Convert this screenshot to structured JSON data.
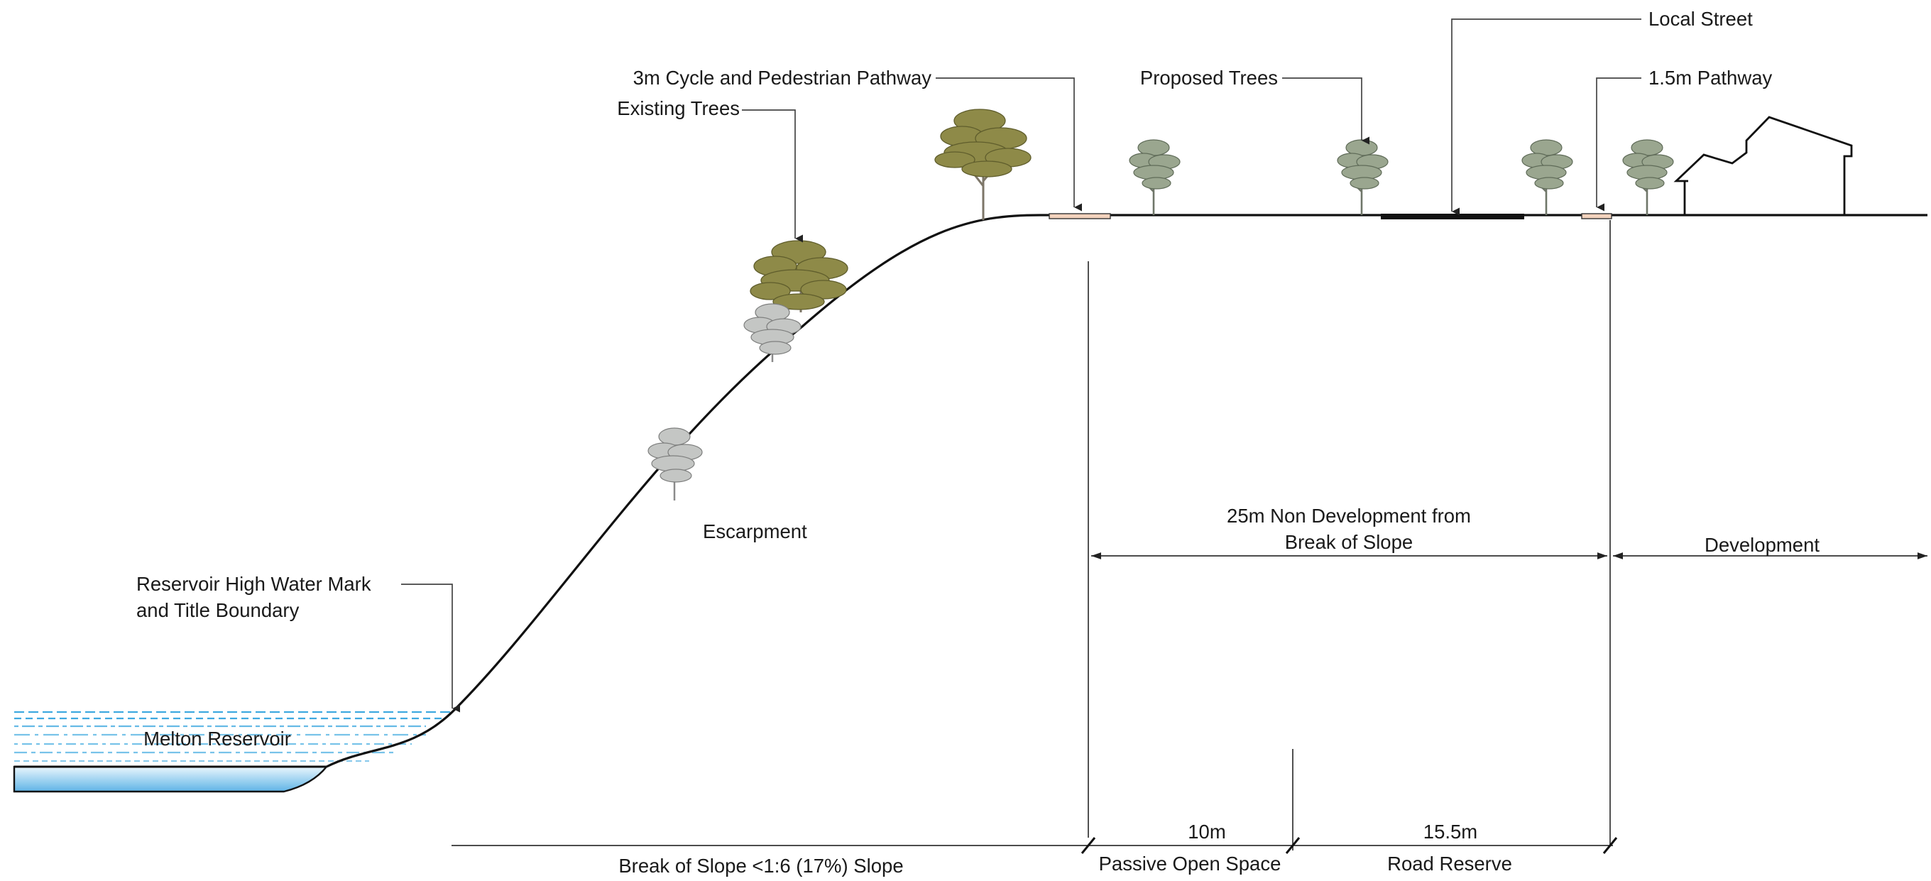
{
  "labels": {
    "local_street": "Local Street",
    "cycle_pathway": "3m Cycle and Pedestrian Pathway",
    "proposed_trees": "Proposed Trees",
    "pathway_15": "1.5m Pathway",
    "existing_trees": "Existing Trees",
    "escarpment": "Escarpment",
    "non_dev_line1": "25m Non Development from",
    "non_dev_line2": "Break of Slope",
    "development": "Development",
    "high_water_line1": "Reservoir High Water Mark",
    "high_water_line2": "and Title Boundary",
    "melton_reservoir": "Melton Reservoir",
    "dim_10m": "10m",
    "dim_155m": "15.5m",
    "break_of_slope": "Break of Slope <1:6 (17%) Slope",
    "passive_open_space": "Passive Open Space",
    "road_reserve": "Road Reserve"
  },
  "colors": {
    "water_gradient_top": "#eaf6fd",
    "water_gradient_bottom": "#5fb4e6",
    "water_dashes": "#3fa9e0",
    "pathway_fill": "#f3d3bd",
    "road_fill": "#111111",
    "tree_olive": "#8e8a48",
    "tree_green_grey": "#9aa68f",
    "tree_grey": "#c4c6c4"
  }
}
